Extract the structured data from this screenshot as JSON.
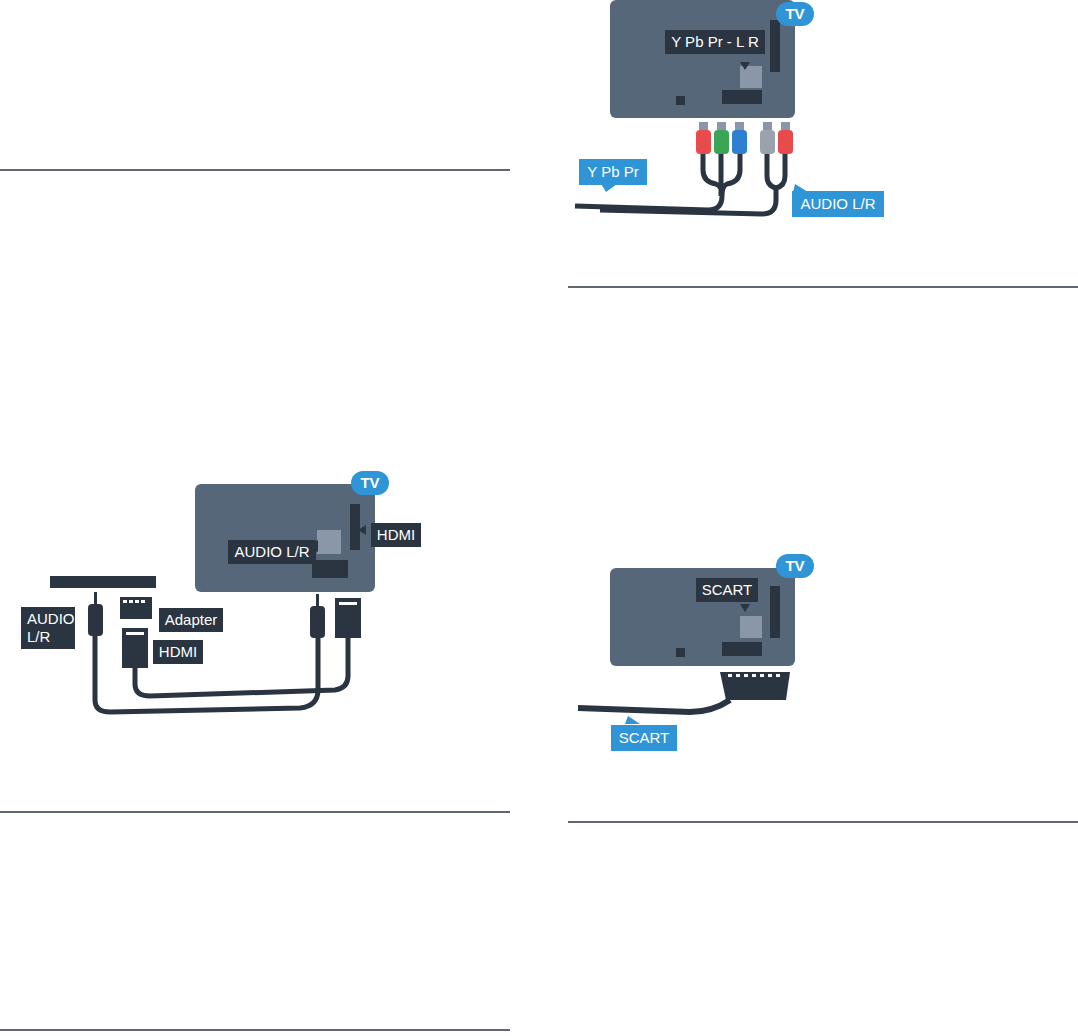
{
  "diagram": {
    "nodes": [
      {
        "text": [
          "TV"
        ]
      },
      {
        "text": [
          "HDMI"
        ]
      },
      {
        "text": [
          "AUDIO L/R"
        ]
      },
      {
        "text": [
          "AUDIO L/R"
        ]
      },
      {
        "text": [
          "Adapter"
        ]
      },
      {
        "text": [
          "HDMI"
        ]
      },
      {
        "text": [
          "TV"
        ]
      },
      {
        "text": [
          "Y Pb Pr - L R"
        ]
      },
      {
        "text": [
          "Y Pb Pr"
        ]
      },
      {
        "text": [
          "AUDIO L/R"
        ]
      },
      {
        "text": [
          "TV"
        ]
      },
      {
        "text": [
          "SCART"
        ]
      },
      {
        "text": [
          "SCART"
        ]
      }
    ]
  }
}
